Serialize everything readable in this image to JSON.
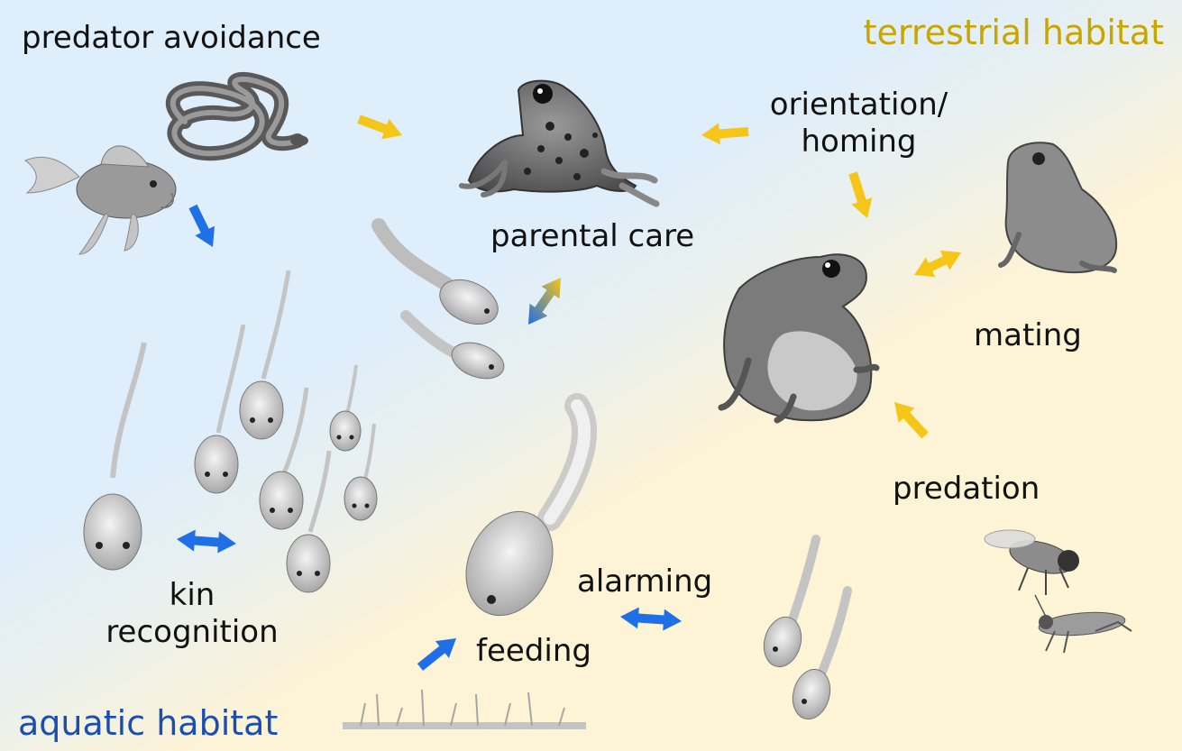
{
  "habitats": {
    "terrestrial": "terrestrial habitat",
    "aquatic": "aquatic habitat"
  },
  "labels": {
    "predator_avoidance": "predator avoidance",
    "parental_care": "parental care",
    "orientation_homing": [
      "orientation/",
      "homing"
    ],
    "mating": "mating",
    "predation": "predation",
    "kin_recognition": [
      "kin",
      "recognition"
    ],
    "feeding": "feeding",
    "alarming": "alarming"
  },
  "colors": {
    "terrestrial": "#f5c518",
    "terrestrial_text": "#c9a500",
    "aquatic": "#1f6fe6",
    "aquatic_text": "#1a4fb0"
  }
}
